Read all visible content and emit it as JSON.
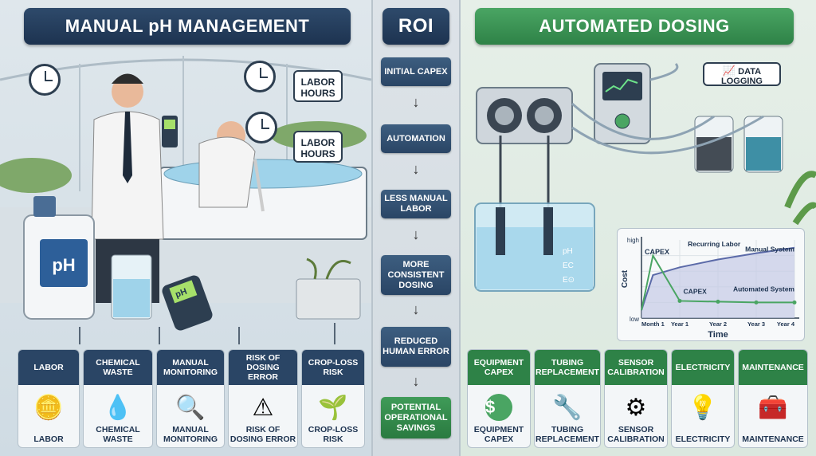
{
  "left": {
    "title": "MANUAL pH MANAGEMENT",
    "jug_label": "pH",
    "meter_label": "pH",
    "labor_hours_1": "LABOR HOURS",
    "labor_hours_2": "LABOR HOURS",
    "categories": [
      {
        "top": "LABOR",
        "bottom": "LABOR",
        "icon": "coins-icon"
      },
      {
        "top": "CHEMICAL WASTE",
        "bottom": "CHEMICAL WASTE",
        "icon": "spill-icon"
      },
      {
        "top": "MANUAL MONITORING",
        "bottom": "MANUAL MONITORING",
        "icon": "magnifier-icon"
      },
      {
        "top": "RISK OF DOSING ERROR",
        "bottom": "RISK OF DOSING ERROR",
        "icon": "warning-icon"
      },
      {
        "top": "CROP-LOSS RISK",
        "bottom": "CROP-LOSS RISK",
        "icon": "wilted-plant-icon"
      }
    ]
  },
  "middle": {
    "title": "ROI",
    "steps": [
      "INITIAL CAPEX",
      "AUTOMATION",
      "LESS MANUAL LABOR",
      "MORE CONSISTENT DOSING",
      "REDUCED HUMAN ERROR",
      "POTENTIAL OPERATIONAL SAVINGS"
    ]
  },
  "right": {
    "title": "AUTOMATED DOSING",
    "data_logging": "DATA LOGGING",
    "sensor_ph": "pH",
    "sensor_ec": "EC",
    "sensor_other": "E⊙",
    "categories": [
      {
        "top": "EQUIPMENT CAPEX",
        "bottom": "EQUIPMENT CAPEX",
        "icon": "dollar-icon"
      },
      {
        "top": "TUBING REPLACEMENT",
        "bottom": "TUBING REPLACEMENT",
        "icon": "tools-icon"
      },
      {
        "top": "SENSOR CALIBRATION",
        "bottom": "SENSOR CALIBRATION",
        "icon": "gear-icon"
      },
      {
        "top": "ELECTRICITY",
        "bottom": "ELECTRICITY",
        "icon": "bulb-icon"
      },
      {
        "top": "MAINTENANCE",
        "bottom": "MAINTENANCE",
        "icon": "toolbox-icon"
      }
    ]
  },
  "chart_data": {
    "type": "line",
    "xlabel": "Time",
    "ylabel": "Cost",
    "y_tick_labels": [
      "low",
      "high"
    ],
    "x_tick_labels": [
      "Month 1",
      "Year 1",
      "Year 2",
      "Year 3",
      "Year 4"
    ],
    "annotations": [
      "CAPEX",
      "Recurring Labor",
      "CAPEX"
    ],
    "ylim": [
      0,
      10
    ],
    "series": [
      {
        "name": "Manual System",
        "color": "#5b6aa8",
        "x": [
          0,
          0.3,
          1,
          2,
          3,
          4
        ],
        "y": [
          1,
          5.5,
          6.5,
          7.5,
          8.3,
          9
        ]
      },
      {
        "name": "Automated System",
        "color": "#4aa563",
        "x": [
          0,
          0.3,
          1,
          2,
          3,
          4
        ],
        "y": [
          1,
          8,
          2.2,
          2.1,
          2.0,
          2.0
        ]
      }
    ]
  },
  "colors": {
    "dark_blue": "#1d3350",
    "green": "#2e8247",
    "water": "#9fd3ea"
  }
}
